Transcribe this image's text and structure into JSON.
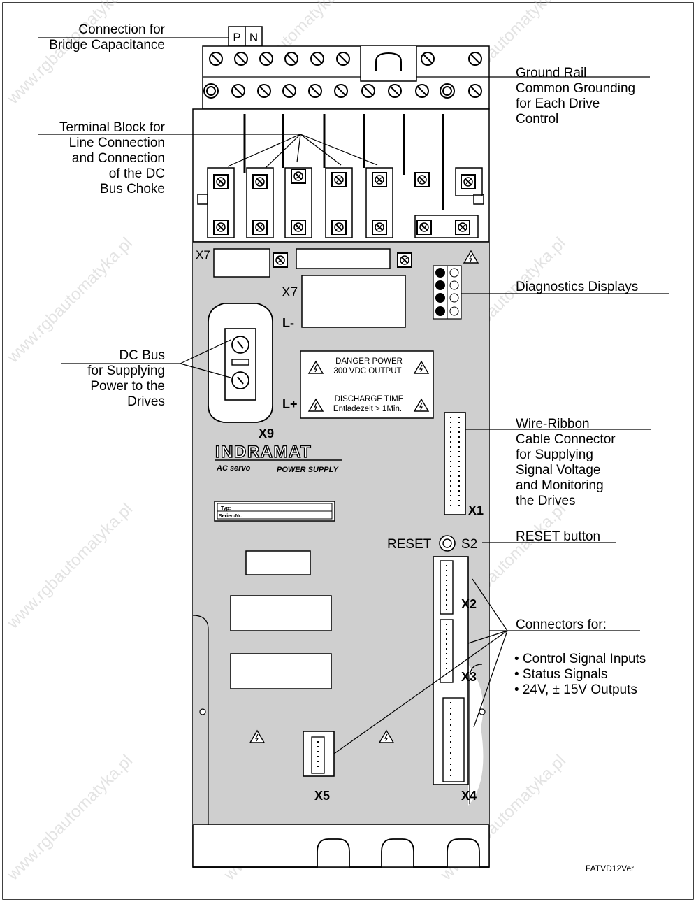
{
  "watermark": "www.rgbautomatyka.pl",
  "labels": {
    "bridge_capacitance": "Connection for\nBridge Capacitance",
    "terminal_block": "Terminal Block for\nLine Connection\nand Connection\nof the DC\nBus Choke",
    "dc_bus": "DC Bus\nfor Supplying\nPower to the\nDrives",
    "ground_rail": "Ground Rail\nCommon Grounding\nfor Each Drive\nControl",
    "diagnostics": "Diagnostics Displays",
    "ribbon": "Wire-Ribbon\nCable Connector\nfor Supplying\nSignal Voltage\nand Monitoring\nthe Drives",
    "reset_button": "RESET button",
    "connectors_for": "Connectors for:",
    "bullets": "• Control Signal Inputs\n• Status Signals\n• 24V, ± 15V Outputs"
  },
  "device": {
    "p": "P",
    "n": "N",
    "x7_top": "X7",
    "x7_mid": "X7",
    "l_minus": "L-",
    "l_plus": "L+",
    "x9": "X9",
    "x1": "X1",
    "x2": "X2",
    "x3": "X3",
    "x4": "X4",
    "x5": "X5",
    "reset": "RESET",
    "s2": "S2",
    "danger_1": "DANGER POWER",
    "danger_2": "300 VDC OUTPUT",
    "discharge_1": "DISCHARGE TIME",
    "discharge_2": "Entladezeit > 1Min.",
    "brand": "INDRAMAT",
    "ac_servo": "AC servo",
    "power_supply": "POWER SUPPLY",
    "typ": "Typ:",
    "serien": "Serien-Nr.:"
  },
  "figure_id": "FATVD12Ver"
}
